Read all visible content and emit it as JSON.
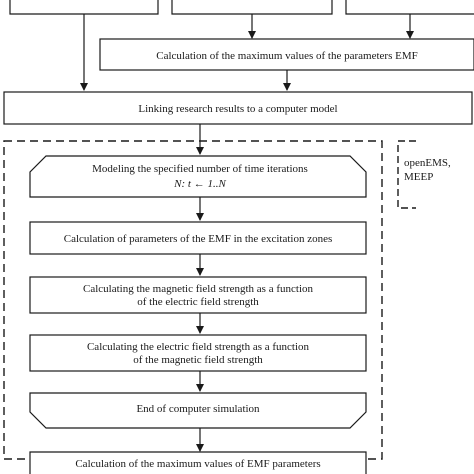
{
  "flowchart": {
    "top_partial_box_text": "",
    "calc_max_params": "Calculation of the maximum values of the parameters EMF",
    "linking": "Linking research results to a computer model",
    "loop_start_line1": "Modeling the specified number of time iterations",
    "loop_start_line2": "N: t ← 1..N",
    "calc_excitation": "Calculation of parameters of the EMF in the excitation zones",
    "calc_magnetic_line1": "Calculating the magnetic field strength as a function",
    "calc_magnetic_line2": "of the electric field strength",
    "calc_electric_line1": "Calculating the electric field strength as a function",
    "calc_electric_line2": "of the magnetic field strength",
    "loop_end": "End of computer simulation",
    "calc_max_emf": "Calculation of the maximum values of EMF parameters"
  },
  "annotation": {
    "line1": "openEMS,",
    "line2": "MEEP"
  }
}
